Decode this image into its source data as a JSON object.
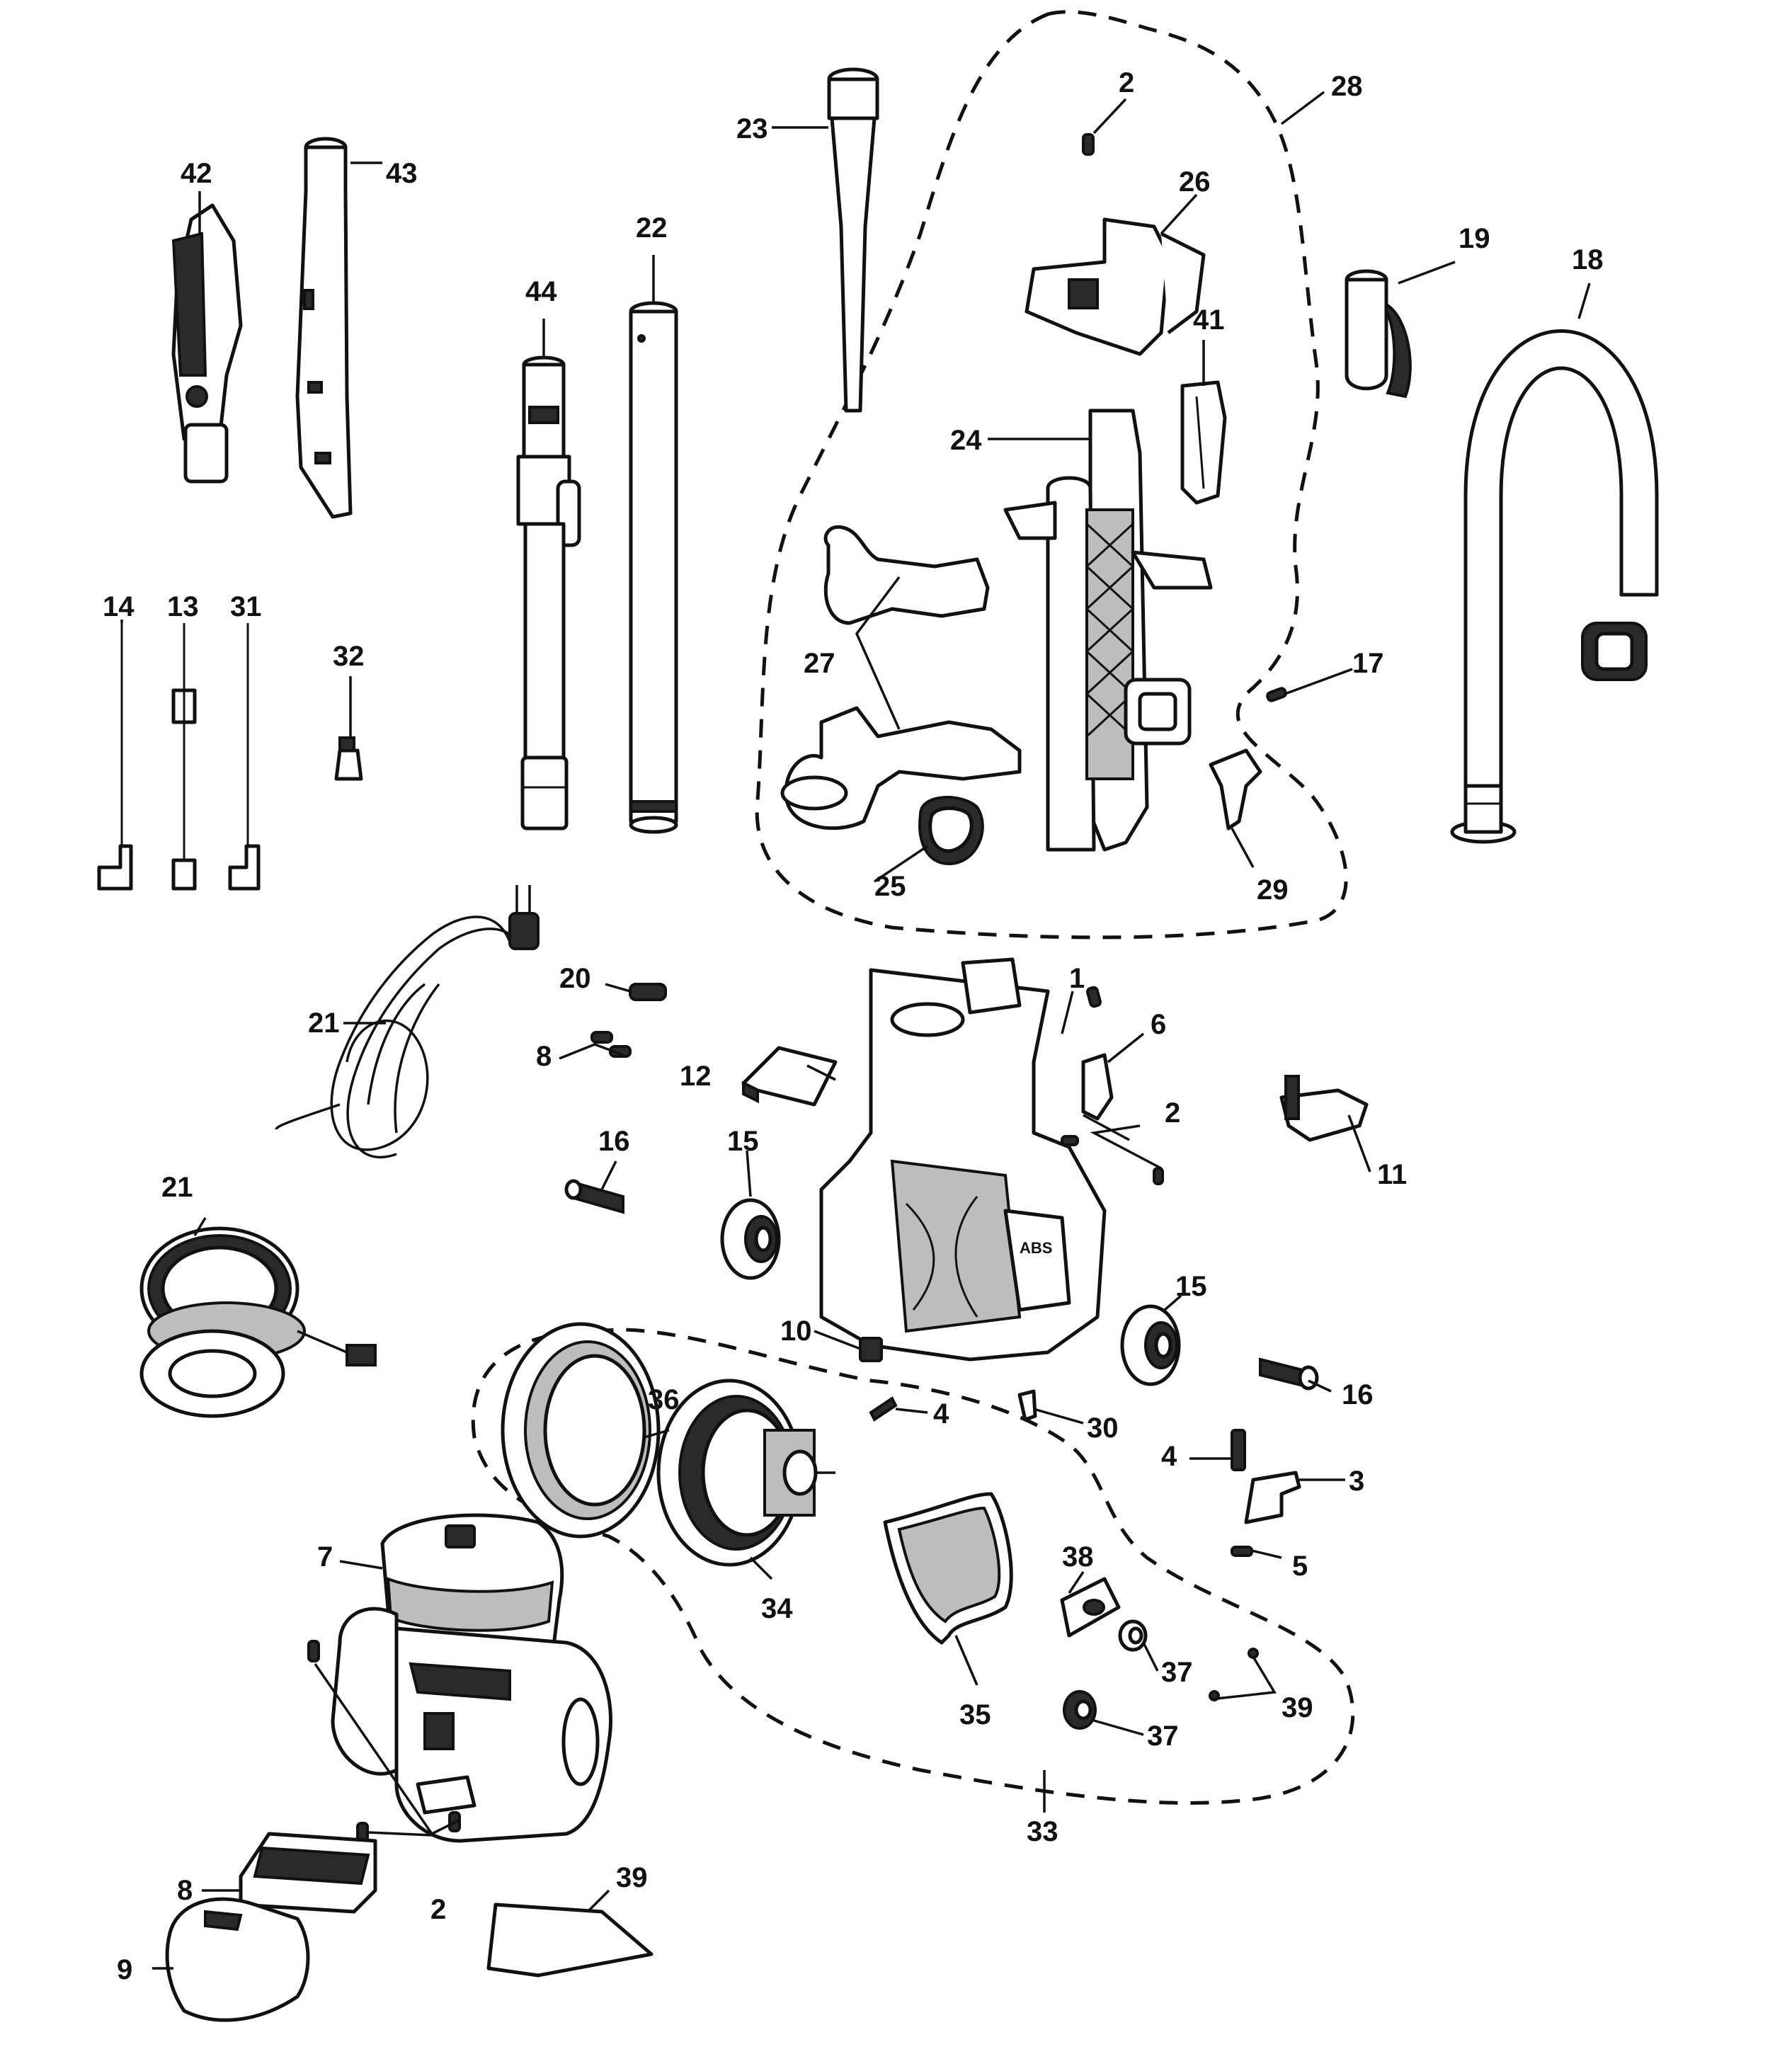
{
  "diagram": {
    "callouts": [
      "1",
      "2",
      "3",
      "4",
      "5",
      "6",
      "7",
      "8",
      "9",
      "10",
      "11",
      "12",
      "13",
      "14",
      "15",
      "16",
      "17",
      "18",
      "19",
      "20",
      "21",
      "22",
      "23",
      "24",
      "25",
      "26",
      "27",
      "28",
      "29",
      "30",
      "31",
      "32",
      "33",
      "34",
      "35",
      "36",
      "37",
      "38",
      "39",
      "41",
      "42",
      "43",
      "44"
    ],
    "labels": {
      "l1": "1",
      "l2a": "2",
      "l2b": "2",
      "l2c": "2",
      "l3": "3",
      "l4a": "4",
      "l4b": "4",
      "l5": "5",
      "l6": "6",
      "l7": "7",
      "l8a": "8",
      "l8b": "8",
      "l9": "9",
      "l10": "10",
      "l11": "11",
      "l12": "12",
      "l13": "13",
      "l14": "14",
      "l15a": "15",
      "l15b": "15",
      "l16a": "16",
      "l16b": "16",
      "l17": "17",
      "l18": "18",
      "l19": "19",
      "l20": "20",
      "l21a": "21",
      "l21b": "21",
      "l22": "22",
      "l23": "23",
      "l24": "24",
      "l25": "25",
      "l26": "26",
      "l27": "27",
      "l28": "28",
      "l29": "29",
      "l30": "30",
      "l31": "31",
      "l32": "32",
      "l33": "33",
      "l34": "34",
      "l35": "35",
      "l36": "36",
      "l37a": "37",
      "l37b": "37",
      "l38": "38",
      "l39a": "39",
      "l39b": "39",
      "l41": "41",
      "l42": "42",
      "l43": "43",
      "l44": "44"
    }
  }
}
